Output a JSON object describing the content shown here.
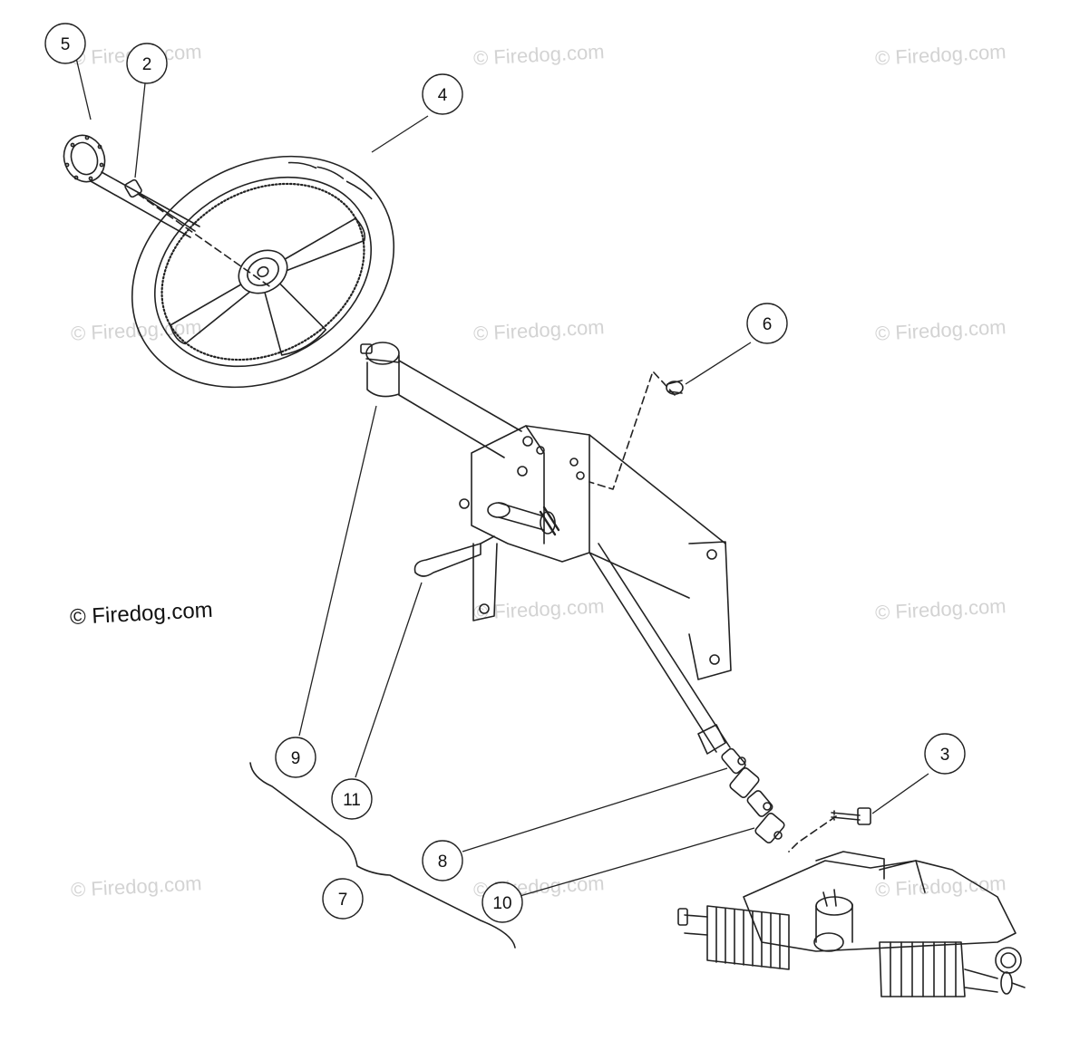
{
  "watermarks": {
    "text": "© Firedog.com",
    "main": "© Firedog.com"
  },
  "callouts": {
    "c1": "5",
    "c2": "2",
    "c3": "4",
    "c4": "6",
    "c5": "9",
    "c6": "11",
    "c7": "3",
    "c8": "8",
    "c9": "7",
    "c10": "10"
  },
  "colors": {
    "line": "#222222",
    "watermark": "#d3d3d3",
    "background": "#ffffff"
  }
}
